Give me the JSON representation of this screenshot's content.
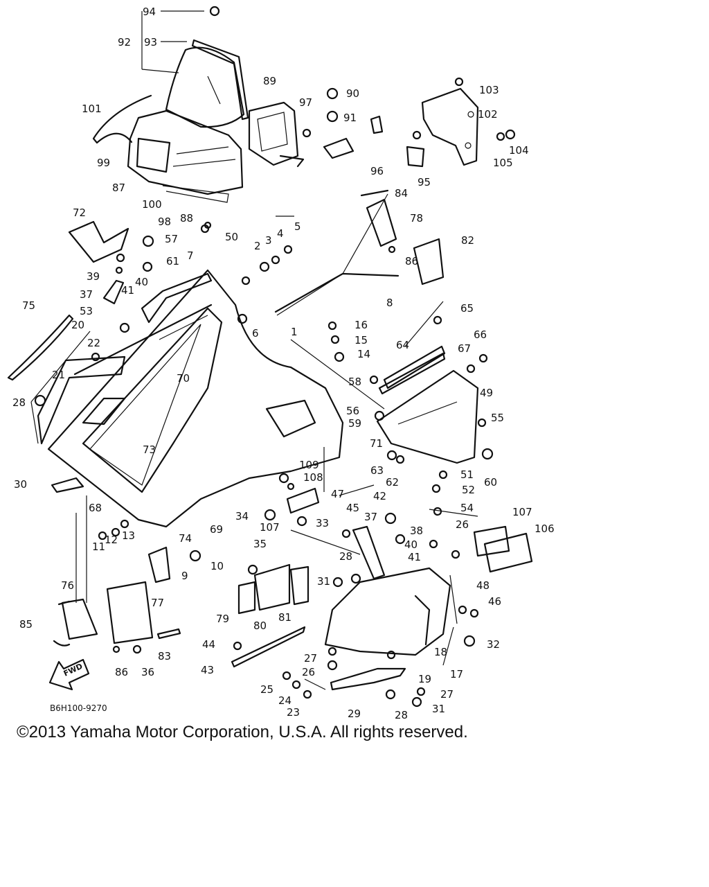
{
  "diagram": {
    "part_numbers": [
      "1",
      "2",
      "3",
      "4",
      "5",
      "6",
      "7",
      "8",
      "9",
      "10",
      "11",
      "12",
      "13",
      "14",
      "15",
      "16",
      "17",
      "18",
      "19",
      "20",
      "21",
      "22",
      "23",
      "24",
      "25",
      "26",
      "27",
      "28",
      "29",
      "30",
      "31",
      "32",
      "33",
      "34",
      "35",
      "36",
      "37",
      "38",
      "39",
      "40",
      "41",
      "42",
      "43",
      "44",
      "45",
      "46",
      "47",
      "48",
      "49",
      "50",
      "51",
      "52",
      "53",
      "54",
      "55",
      "56",
      "57",
      "58",
      "59",
      "60",
      "61",
      "62",
      "63",
      "64",
      "65",
      "66",
      "67",
      "68",
      "69",
      "70",
      "71",
      "72",
      "73",
      "74",
      "75",
      "76",
      "77",
      "78",
      "79",
      "80",
      "81",
      "82",
      "83",
      "84",
      "85",
      "86",
      "87",
      "88",
      "89",
      "90",
      "91",
      "92",
      "93",
      "94",
      "95",
      "96",
      "97",
      "98",
      "99",
      "100",
      "101",
      "102",
      "103",
      "104",
      "105",
      "106",
      "107",
      "108",
      "109"
    ],
    "drawing_code": "B6H100-9270",
    "fwd_label": "FWD"
  },
  "copyright": "©2013 Yamaha Motor Corporation, U.S.A. All rights reserved."
}
